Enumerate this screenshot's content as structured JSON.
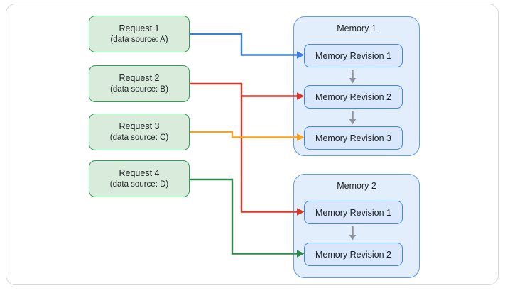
{
  "diagram": {
    "requests": [
      {
        "title": "Request 1",
        "subtitle": "(data source: A)"
      },
      {
        "title": "Request 2",
        "subtitle": "(data source: B)"
      },
      {
        "title": "Request 3",
        "subtitle": "(data source: C)"
      },
      {
        "title": "Request 4",
        "subtitle": "(data source: D)"
      }
    ],
    "memories": [
      {
        "title": "Memory 1",
        "revisions": [
          {
            "label": "Memory Revision 1"
          },
          {
            "label": "Memory Revision 2"
          },
          {
            "label": "Memory Revision 3"
          }
        ]
      },
      {
        "title": "Memory 2",
        "revisions": [
          {
            "label": "Memory Revision 1"
          },
          {
            "label": "Memory Revision 2"
          }
        ]
      }
    ],
    "connections": [
      {
        "from": "Request 1",
        "to": "Memory 1 / Memory Revision 1",
        "color": "#3b7de0"
      },
      {
        "from": "Request 2",
        "to": "Memory 1 / Memory Revision 2",
        "color": "#d2382d"
      },
      {
        "from": "Request 2",
        "to": "Memory 2 / Memory Revision 1",
        "color": "#d2382d"
      },
      {
        "from": "Request 3",
        "to": "Memory 1 / Memory Revision 3",
        "color": "#f6a21e"
      },
      {
        "from": "Request 4",
        "to": "Memory 2 / Memory Revision 2",
        "color": "#2f8a4a"
      }
    ],
    "colors": {
      "request_fill": "#d9ecdc",
      "request_border": "#2f9e55",
      "memory_fill": "#e3eefc",
      "memory_border": "#5e9bf2",
      "revision_fill": "#d8e7fc",
      "revision_border": "#4285f4",
      "flow_arrow": "#8d9198",
      "frame_border": "#d6d8da"
    }
  }
}
